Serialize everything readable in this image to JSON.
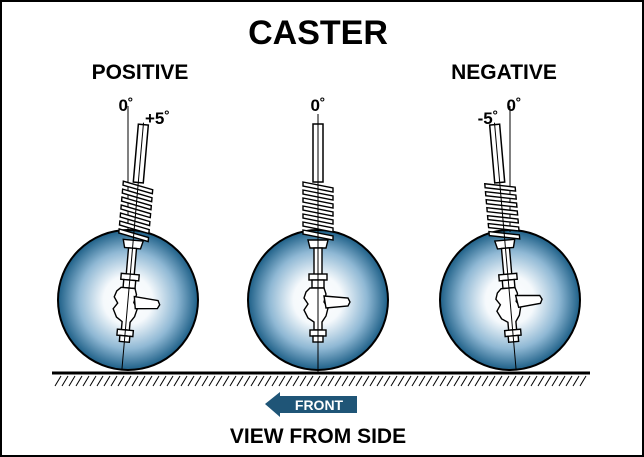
{
  "title": "CASTER",
  "labels": {
    "positive": "POSITIVE",
    "negative": "NEGATIVE",
    "front": "FRONT",
    "view": "VIEW FROM SIDE"
  },
  "angles": {
    "left_zero": "0˚",
    "left_plus": "+5˚",
    "center_zero": "0˚",
    "right_minus": "-5˚",
    "right_zero": "0˚"
  },
  "colors": {
    "wheel_edge": "#1d5f87",
    "wheel_mid": "#8fb8d4",
    "front_arrow": "#1f5577"
  }
}
